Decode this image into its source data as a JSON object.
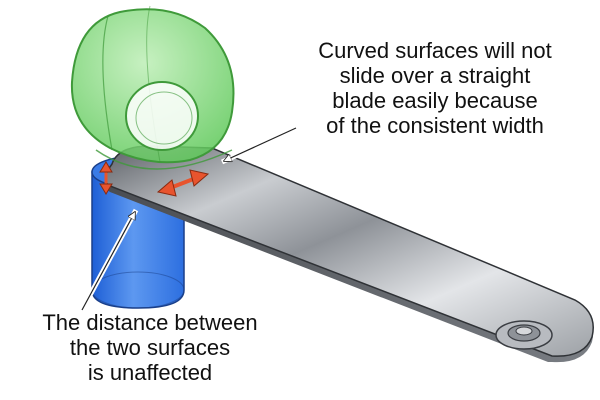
{
  "callouts": {
    "top": {
      "lines": [
        "Curved surfaces will not",
        "slide over a straight",
        "blade easily because",
        "of the consistent width"
      ]
    },
    "bottom": {
      "lines": [
        "The distance between",
        "the two surfaces",
        "is unaffected"
      ]
    }
  },
  "objects": {
    "curved_gauge": {
      "color": "#7fd67a",
      "depicts": "green teardrop-shaped curved gauge with hole"
    },
    "cylinder": {
      "color": "#3f7fe8",
      "depicts": "blue cylinder"
    },
    "blade": {
      "color": "#a9adb3",
      "depicts": "straight steel feeler blade with pivot hole"
    },
    "arrows": {
      "color": "#e8542e"
    }
  }
}
